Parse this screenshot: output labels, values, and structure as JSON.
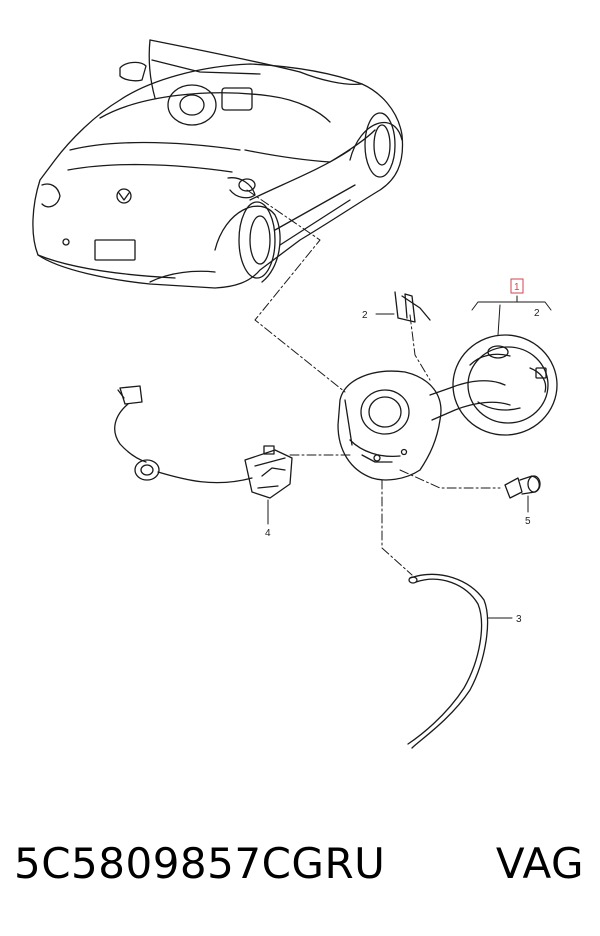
{
  "diagram": {
    "callouts": {
      "part_1": "1",
      "part_2_left": "2",
      "part_2_right": "2",
      "part_3": "3",
      "part_4": "4",
      "part_5": "5"
    }
  },
  "caption": {
    "part_number": "5C5809857CGRU",
    "brand": "VAG"
  },
  "colors": {
    "line": "#1a1a1a",
    "highlight_box": "#d0464f",
    "background": "#ffffff"
  }
}
